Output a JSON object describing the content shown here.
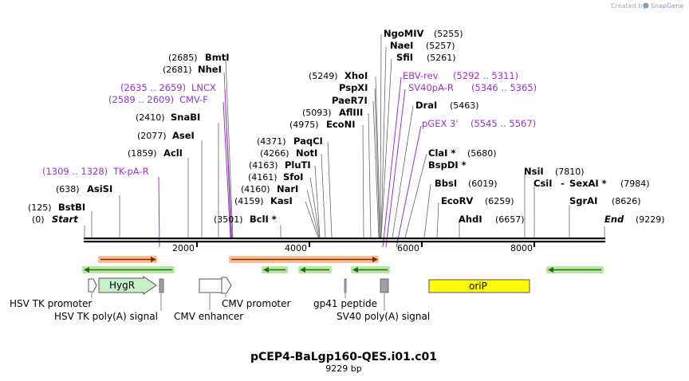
{
  "header": {
    "credit": "Created by",
    "brand": "SnapGene"
  },
  "map": {
    "title": "pCEP4-BaLgp160-QES.i01.c01",
    "length_label": "9229 bp",
    "length_bp": 9229,
    "ticks": [
      "2000",
      "4000",
      "6000",
      "8000"
    ],
    "colors": {
      "primer": "#9933cc",
      "orange_feature": "#f4a460",
      "green_feature": "#b8e8a0",
      "oriP": "#ffff00",
      "gray_feature": "#a0a0a8"
    }
  },
  "sites": [
    {
      "name": "Start",
      "pos": "(0)",
      "italic": true
    },
    {
      "name": "BstBI",
      "pos": "(125)"
    },
    {
      "name": "AsiSI",
      "pos": "(638)"
    },
    {
      "name": "AclI",
      "pos": "(1859)"
    },
    {
      "name": "AseI",
      "pos": "(2077)"
    },
    {
      "name": "SnaBI",
      "pos": "(2410)"
    },
    {
      "name": "NheI",
      "pos": "(2681)"
    },
    {
      "name": "BmtI",
      "pos": "(2685)"
    },
    {
      "name": "BclI *",
      "pos": "(3501)"
    },
    {
      "name": "KasI",
      "pos": "(4159)"
    },
    {
      "name": "NarI",
      "pos": "(4160)"
    },
    {
      "name": "SfoI",
      "pos": "(4161)"
    },
    {
      "name": "PluTI",
      "pos": "(4163)"
    },
    {
      "name": "NotI",
      "pos": "(4266)"
    },
    {
      "name": "PaqCI",
      "pos": "(4371)"
    },
    {
      "name": "EcoNI",
      "pos": "(4975)"
    },
    {
      "name": "AflIII",
      "pos": "(5093)"
    },
    {
      "name": "PaeR7I",
      "pos": ""
    },
    {
      "name": "PspXI",
      "pos": ""
    },
    {
      "name": "XhoI",
      "pos": "(5249)"
    },
    {
      "name": "NgoMIV",
      "pos": "(5255)"
    },
    {
      "name": "NaeI",
      "pos": "(5257)"
    },
    {
      "name": "SfiI",
      "pos": "(5261)"
    },
    {
      "name": "DraI",
      "pos": "(5463)"
    },
    {
      "name": "ClaI *",
      "pos": "(5680)"
    },
    {
      "name": "BspDI *",
      "pos": ""
    },
    {
      "name": "BbsI",
      "pos": "(6019)"
    },
    {
      "name": "EcoRV",
      "pos": "(6259)"
    },
    {
      "name": "AhdI",
      "pos": "(6657)"
    },
    {
      "name": "NsiI",
      "pos": "(7810)"
    },
    {
      "name": "CsiI",
      "pos": ""
    },
    {
      "name": "-",
      "pos": ""
    },
    {
      "name": "SexAI *",
      "pos": "(7984)"
    },
    {
      "name": "SgrAI",
      "pos": "(8626)"
    },
    {
      "name": "End",
      "pos": "(9229)",
      "italic": true
    }
  ],
  "primers": [
    {
      "name": "TK-pA-R",
      "range": "(1309 .. 1328)"
    },
    {
      "name": "CMV-F",
      "range": "(2589 .. 2609)"
    },
    {
      "name": "LNCX",
      "range": "(2635 .. 2659)"
    },
    {
      "name": "EBV-rev",
      "range": "(5292 .. 5311)"
    },
    {
      "name": "SV40pA-R",
      "range": "(5346 .. 5365)"
    },
    {
      "name": "pGEX 3'",
      "range": "(5545 .. 5567)"
    }
  ],
  "features": {
    "hygr": "HygR",
    "orip": "oriP",
    "labels": [
      "HSV TK promoter",
      "HSV TK poly(A) signal",
      "CMV enhancer",
      "CMV promoter",
      "gp41 peptide",
      "SV40 poly(A) signal"
    ]
  }
}
